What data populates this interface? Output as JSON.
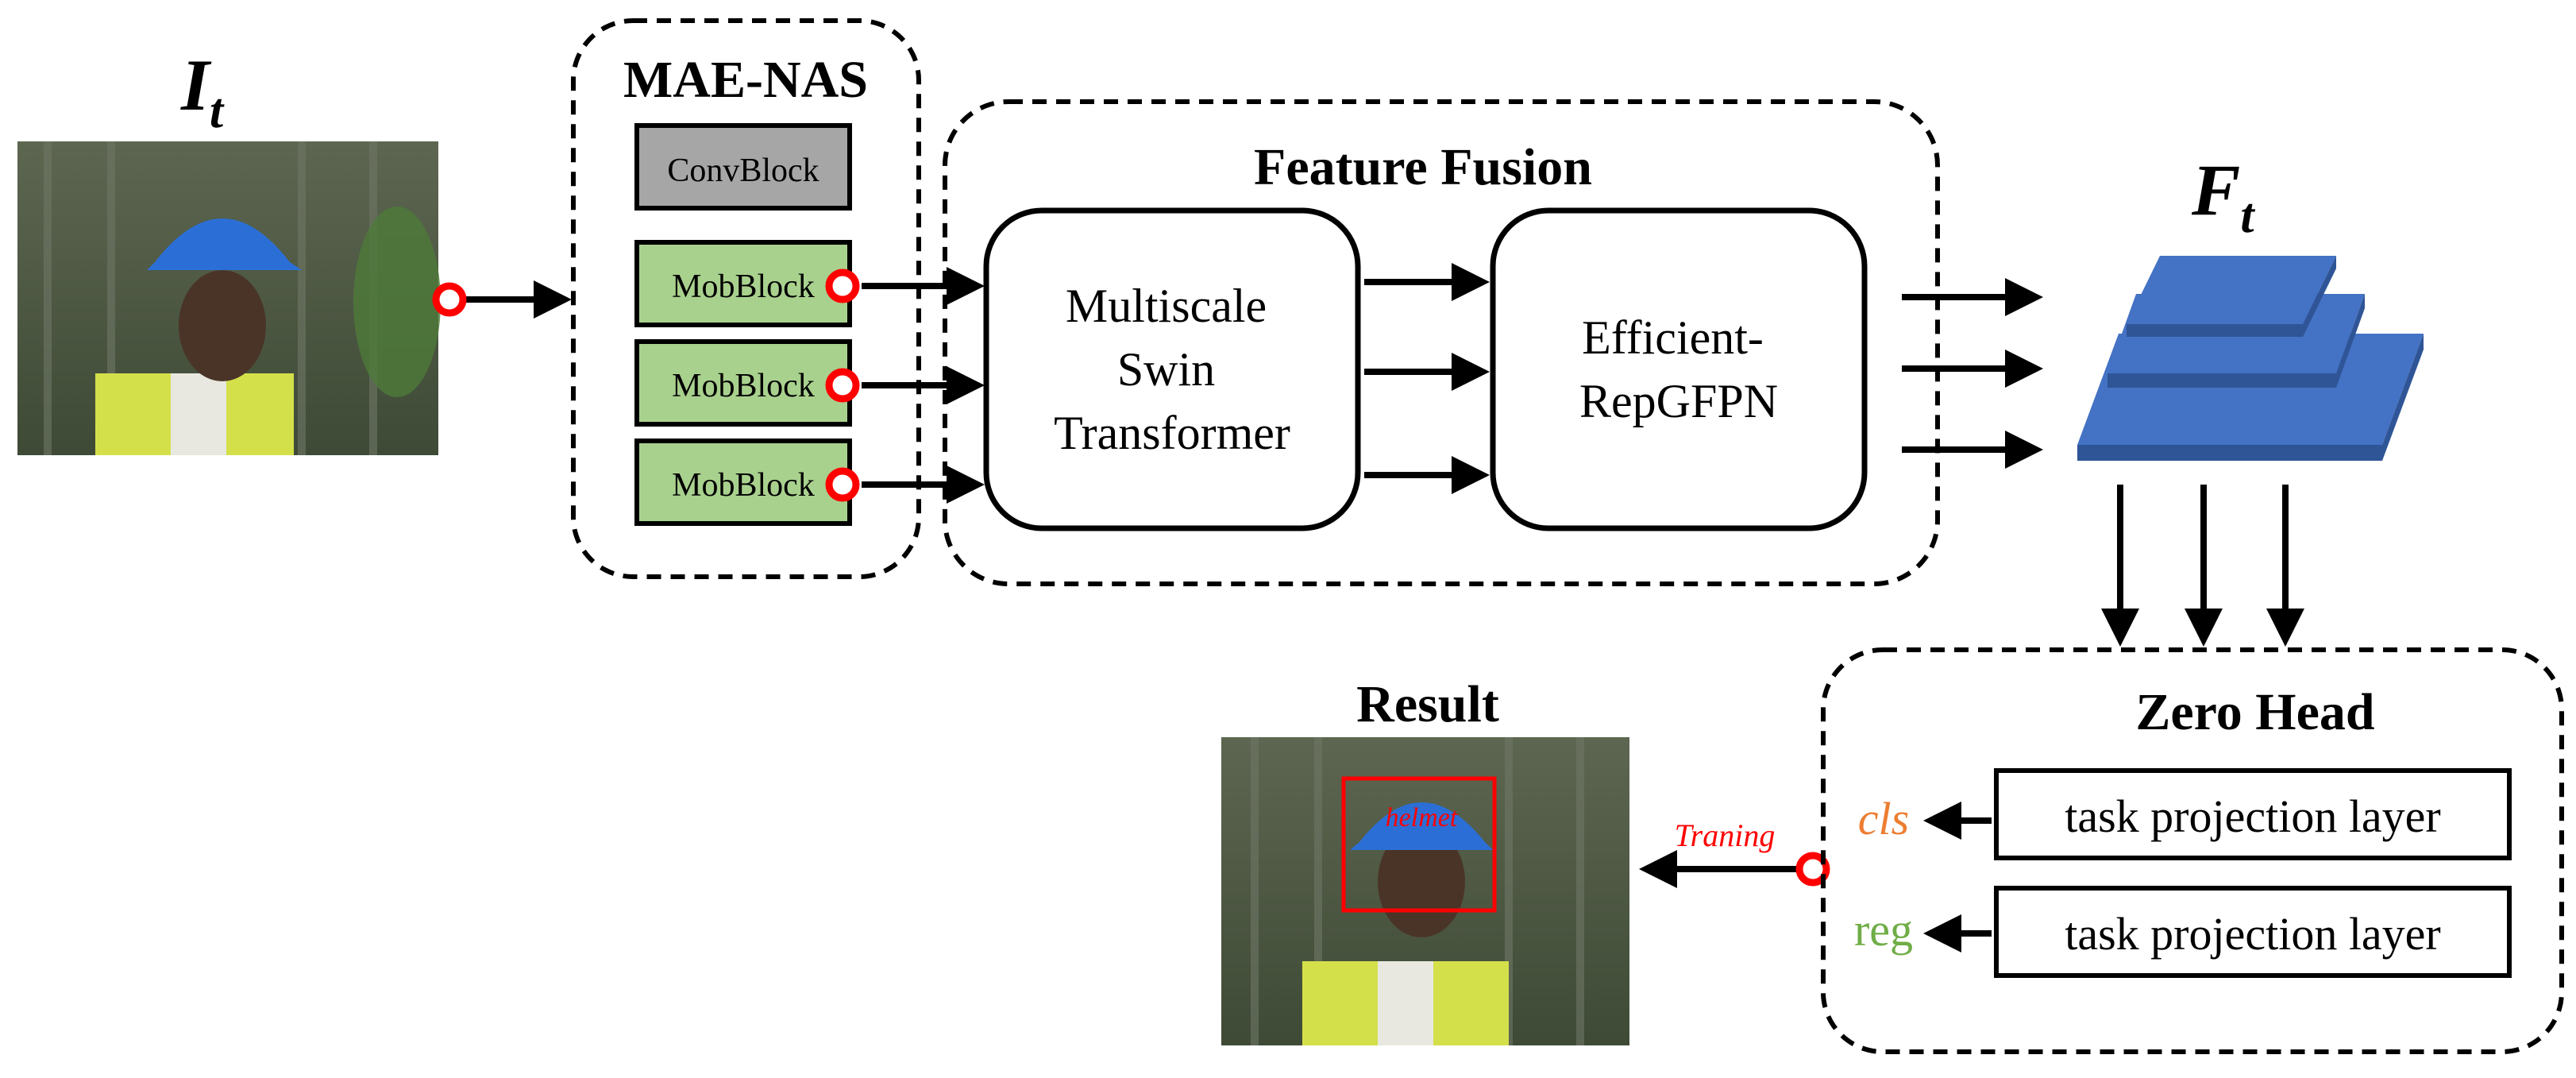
{
  "input": {
    "label": "I",
    "subscript": "t"
  },
  "backbone": {
    "title": "MAE-NAS",
    "conv_block": "ConvBlock",
    "mob_blocks": [
      "MobBlock",
      "MobBlock",
      "MobBlock"
    ]
  },
  "fusion": {
    "title": "Feature Fusion",
    "swin_lines": [
      "Multiscale",
      "Swin",
      "Transformer"
    ],
    "gfpn_lines": [
      "Efficient-",
      "RepGFPN"
    ]
  },
  "features": {
    "label": "F",
    "subscript": "t"
  },
  "head": {
    "title": "Zero Head",
    "cls_label": "cls",
    "reg_label": "reg",
    "proj_layers": [
      "task projection layer",
      "task projection layer"
    ]
  },
  "training_label": "Traning",
  "result": {
    "title": "Result",
    "detection_label": "helmet"
  },
  "colors": {
    "conv_block": "#a6a6a6",
    "mob_block": "#a9d18e",
    "feature_layer": "#4472c4",
    "tap_point": "#ff0000",
    "cls": "#ed7d31",
    "reg": "#70ad47",
    "detection_box": "#ff0000"
  }
}
